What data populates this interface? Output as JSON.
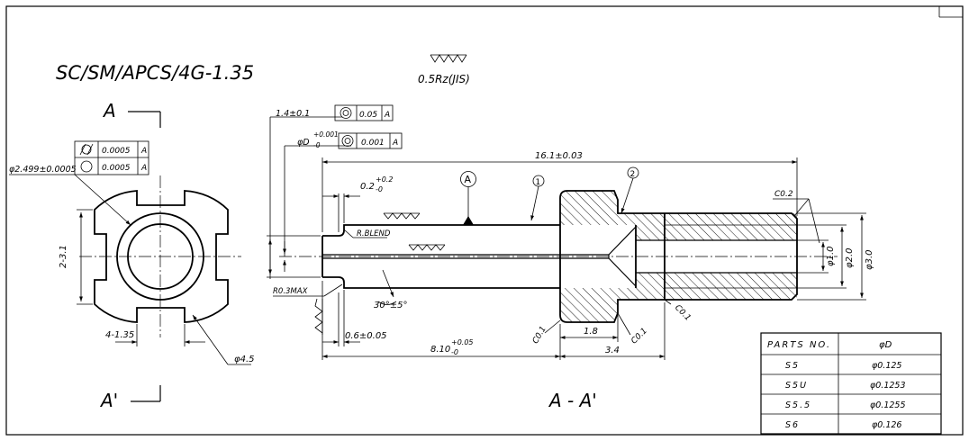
{
  "part_number": "SC/SM/APCS/4G-1.35",
  "surface_finish": "0.5Rz(JIS)",
  "section_label_top": "A",
  "section_label_bottom": "A'",
  "section_view_label": "A - A'",
  "datum_label": "A",
  "balloons": [
    "1",
    "2"
  ],
  "fcf_left": {
    "dimension": "φ2.499±0.0005",
    "rows": [
      {
        "symbol": "cylindricity-icon",
        "tolerance": "0.0005",
        "datum": "A"
      },
      {
        "symbol": "concentricity-icon",
        "tolerance": "0.0005",
        "datum": "A"
      }
    ]
  },
  "fcf_top": {
    "dimension": "1.4±0.1",
    "symbol": "concentricity-icon",
    "tolerance": "0.05",
    "datum": "A"
  },
  "fcf_bore": {
    "dimension_base": "φD",
    "dimension_upper": "+0.001",
    "dimension_lower": "-0",
    "symbol": "concentricity-icon",
    "tolerance": "0.001",
    "datum": "A"
  },
  "dimensions": {
    "end_view_height": "2-3.1",
    "end_view_width": "4-1.35",
    "end_view_diameter": "φ4.5",
    "overall_length": "16.1±0.03",
    "step": "0.2",
    "step_upper": "+0.2",
    "step_lower": "-0",
    "r_blend": "R.BLEND",
    "r_max": "R0.3MAX",
    "angle": "30°±5°",
    "short_length": "0.6±0.05",
    "main_length": "8.10",
    "main_length_upper": "+0.05",
    "main_length_lower": "-0",
    "flange_width": "1.8",
    "rear_length": "3.4",
    "chamfer_top": "C0.2",
    "chamfer_1": "C0.1",
    "chamfer_2": "C0.1",
    "chamfer_3": "C0.1",
    "dia_1": "φ1.0",
    "dia_2": "φ2.0",
    "dia_3": "φ3.0"
  },
  "parts_table": {
    "headers": [
      "PARTS NO.",
      "φD"
    ],
    "rows": [
      [
        "S5",
        "φ0.125"
      ],
      [
        "S5U",
        "φ0.1253"
      ],
      [
        "S5.5",
        "φ0.1255"
      ],
      [
        "S6",
        "φ0.126"
      ]
    ]
  }
}
